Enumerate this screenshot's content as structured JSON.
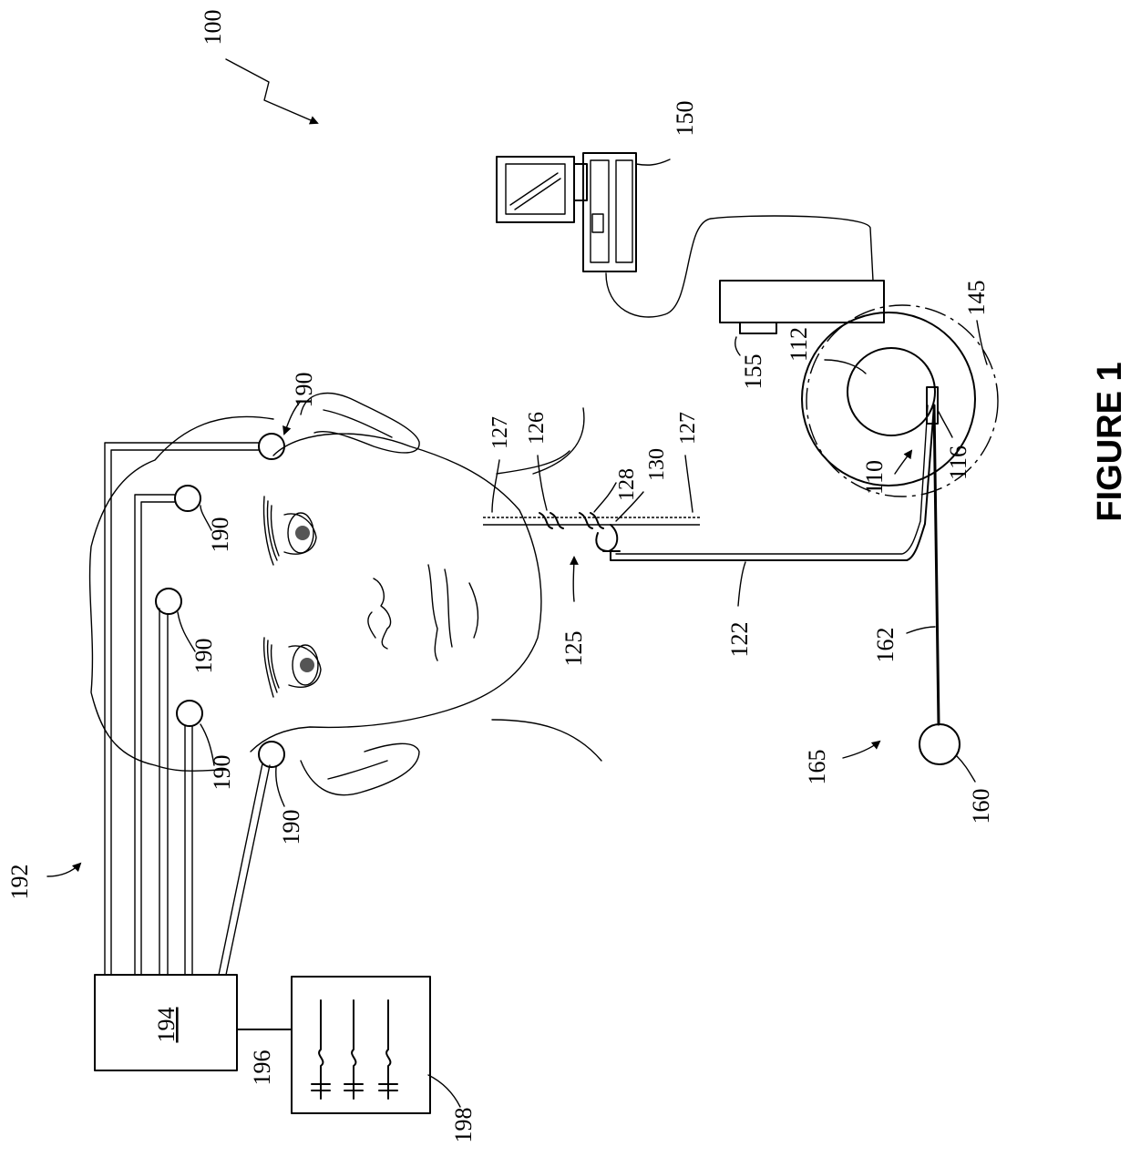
{
  "figure": {
    "caption": "FIGURE 1",
    "labels": {
      "system": "100",
      "computer": "150",
      "interface": "155",
      "device_ring": "145",
      "device_body": "112",
      "device_arrow": "110",
      "connector": "116",
      "catheter": "122",
      "lead_assembly": "125",
      "electrode_127a": "127",
      "electrode_126": "126",
      "electrode_128": "128",
      "electrode_130": "130",
      "electrode_127b": "127",
      "ground_electrode": "160",
      "ground_wire": "162",
      "ground_assembly": "165",
      "scalp_electrodes": "190",
      "eeg_assembly": "192",
      "amplifier": "194",
      "amp_link": "196",
      "waveform_display": "198"
    }
  }
}
